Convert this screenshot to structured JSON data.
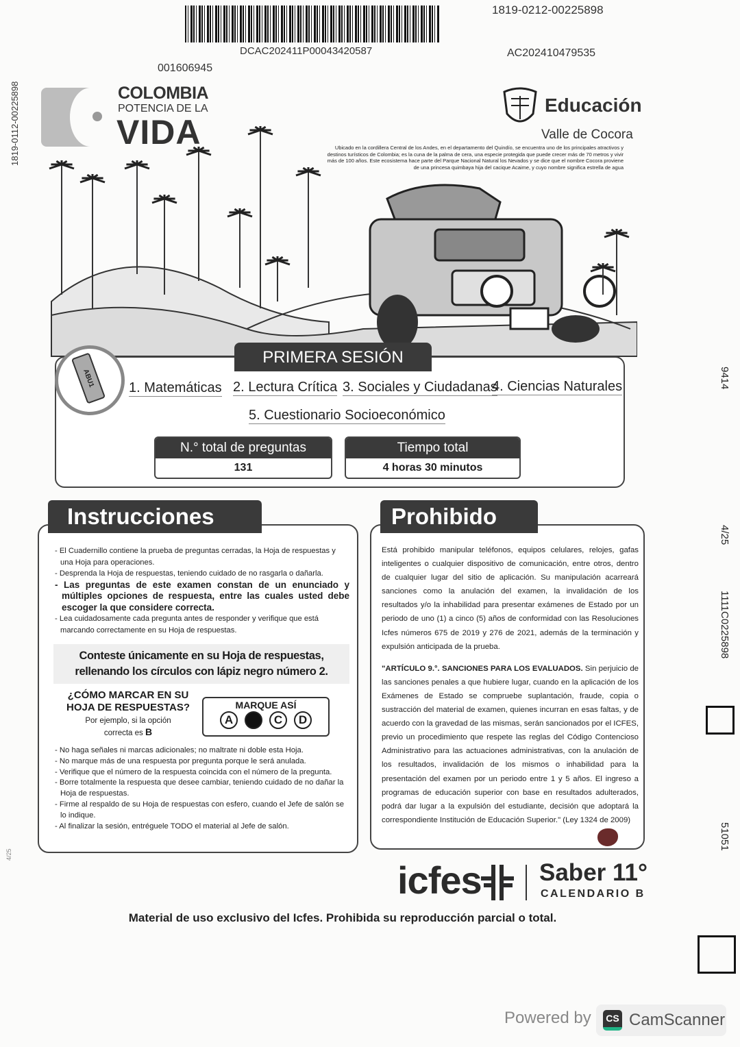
{
  "header": {
    "barcode_text": "DCAC202411P00043420587",
    "top_right_code": "1819-0212-00225898",
    "ac_code": "AC202410479535",
    "booklet_number": "001606945",
    "left_margin_code": "1819-0112-00225898",
    "left_margin_small": "4/25"
  },
  "right_margin": {
    "code1": "9414",
    "page": "4/25",
    "code2": "1111C0225898",
    "code3": "51051"
  },
  "logo_left": {
    "line1": "COLOMBIA",
    "line2": "POTENCIA DE LA",
    "line3": "VIDA"
  },
  "logo_right": {
    "ministry": "Educación",
    "place": "Valle de Cocora"
  },
  "blurb": "Ubicado en la cordillera Central de los Andes, en el departamento del Quindío, se encuentra uno de los principales atractivos y destinos turísticos de Colombia; es la cuna de la palma de cera, una especie protegida que puede crecer más de 70 metros y vivir más de 100 años. Este ecosistema hace parte del Parque Nacional Natural los Nevados y se dice que el nombre Cocora proviene de una princesa quimbaya hija del cacique Acaime, y cuyo nombre significa estrella de agua",
  "session": {
    "title": "PRIMERA SESIÓN",
    "pencil_label": "ABU1",
    "subjects": [
      "1. Matemáticas",
      "2. Lectura Crítica",
      "3. Sociales y Ciudadanas",
      "4. Ciencias Naturales",
      "5. Cuestionario Socioeconómico"
    ],
    "questions_label": "N.° total de preguntas",
    "questions_value": "131",
    "time_label": "Tiempo total",
    "time_value": "4 horas 30 minutos"
  },
  "instructions": {
    "title": "Instrucciones",
    "items_top": [
      "- El Cuadernillo contiene la prueba de preguntas cerradas, la Hoja de respuestas y una Hoja para operaciones.",
      "- Desprenda la Hoja de respuestas, teniendo cuidado de no rasgarla o dañarla.",
      "- Las preguntas de este examen constan de un enunciado y múltiples opciones de respuesta, entre las cuales usted debe escoger la que considere correcta.",
      "- Lea cuidadosamente cada pregunta antes de responder y verifique que está marcando correctamente en su Hoja de respuestas."
    ],
    "answer_note": "Conteste únicamente en su Hoja de respuestas, rellenando los círculos con lápiz negro número 2.",
    "how_title": "¿CÓMO MARCAR EN SU HOJA DE RESPUESTAS?",
    "how_example": "Por ejemplo, si la opción correcta es",
    "how_example_answer": "B",
    "marque_label": "MARQUE ASÍ",
    "options": [
      "A",
      "",
      "C",
      "D"
    ],
    "items_bottom": [
      "- No haga señales ni marcas adicionales; no maltrate ni doble esta Hoja.",
      "- No marque más de una respuesta por pregunta porque le será anulada.",
      "- Verifique que el número de la respuesta coincida con el número de la pregunta.",
      "- Borre totalmente la respuesta que desee cambiar, teniendo cuidado de no dañar la Hoja de respuestas.",
      "- Firme al respaldo de su Hoja de respuestas con esfero, cuando el Jefe de salón se lo indique.",
      "- Al finalizar la sesión, entréguele TODO el material al Jefe de salón."
    ]
  },
  "prohibited": {
    "title": "Prohibido",
    "paragraph1": "Está prohibido manipular teléfonos, equipos celulares, relojes, gafas inteligentes o cualquier dispositivo de comunicación, entre otros, dentro de cualquier lugar del sitio de aplicación. Su manipulación acarreará sanciones como la anulación del examen, la invalidación de los resultados y/o la inhabilidad para presentar exámenes de Estado por un periodo de uno (1) a cinco (5) años de conformidad con las Resoluciones Icfes números 675 de 2019 y 276 de 2021, además de la terminación y expulsión anticipada de la prueba.",
    "article_heading": "\"ARTÍCULO 9.°. SANCIONES PARA LOS EVALUADOS.",
    "article_body": " Sin perjuicio de las sanciones penales a que hubiere lugar, cuando en la aplicación de los Exámenes de Estado se compruebe suplantación, fraude, copia o sustracción del material de examen, quienes incurran en esas faltas, y de acuerdo con la gravedad de las mismas, serán sancionados por el ICFES, previo un procedimiento que respete las reglas del Código Contencioso Administrativo para las actuaciones administrativas, con la anulación de los resultados, invalidación de los mismos o inhabilidad para la presentación del examen por un periodo entre 1 y 5 años. El ingreso a programas de educación superior con base en resultados adulterados, podrá dar lugar a la expulsión del estudiante, decisión que adoptará la correspondiente Institución de Educación Superior.\" (Ley 1324 de 2009)"
  },
  "brand": {
    "icfes": "icfes",
    "saber": "Saber 11°",
    "calendar": "CALENDARIO B"
  },
  "footer": "Material de uso exclusivo del Icfes. Prohibida su reproducción parcial o total.",
  "watermark": {
    "powered": "Powered by",
    "cs_badge": "CS",
    "app": "CamScanner"
  },
  "colors": {
    "dark_header": "#3a3a3a",
    "ink": "#1c1c1c",
    "stain": "#5a1414"
  }
}
